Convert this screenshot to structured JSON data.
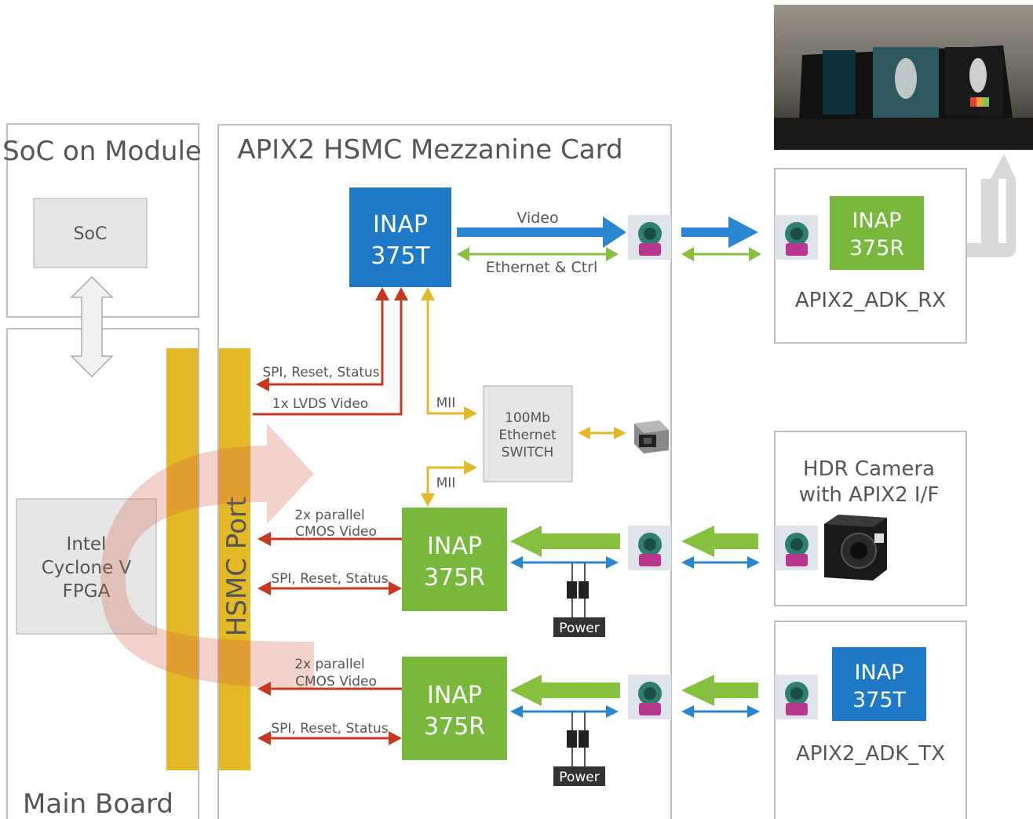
{
  "panels": {
    "soc_module_title": "SoC on Module",
    "soc_label": "SoC",
    "main_board_title": "Main Board",
    "fpga_label": [
      "Intel",
      "Cyclone V",
      "FPGA"
    ],
    "mezzanine_title": "APIX2 HSMC Mezzanine Card",
    "hsmc_port_label": "HSMC Port"
  },
  "chips": {
    "tx_main": [
      "INAP",
      "375T"
    ],
    "rx1": [
      "INAP",
      "375R"
    ],
    "rx2": [
      "INAP",
      "375R"
    ],
    "rx_remote": [
      "INAP",
      "375R"
    ],
    "tx_remote": [
      "INAP",
      "375T"
    ]
  },
  "switch_label": [
    "100Mb",
    "Ethernet",
    "SWITCH"
  ],
  "signals": {
    "video": "Video",
    "eth_ctrl": "Ethernet & Ctrl",
    "spi_top": "SPI, Reset, Status",
    "lvds": "1x LVDS Video",
    "mii_top": "MII",
    "mii_bottom": "MII",
    "cmos1": [
      "2x parallel",
      "CMOS Video"
    ],
    "spi1": "SPI, Reset, Status",
    "cmos2": [
      "2x parallel",
      "CMOS Video"
    ],
    "spi2": "SPI, Reset, Status",
    "power1": "Power",
    "power2": "Power"
  },
  "external": {
    "adk_rx": "APIX2_ADK_RX",
    "camera": [
      "HDR Camera",
      "with APIX2 I/F"
    ],
    "adk_tx": "APIX2_ADK_TX"
  },
  "colors": {
    "blue_chip": "#2079c7",
    "green_chip": "#78b83c",
    "yellow_bar": "#e3b928",
    "red_arrow": "#c8381f",
    "yellow_arrow": "#e3b928",
    "green_arrow": "#86c03f",
    "blue_arrow": "#2a86d1"
  }
}
